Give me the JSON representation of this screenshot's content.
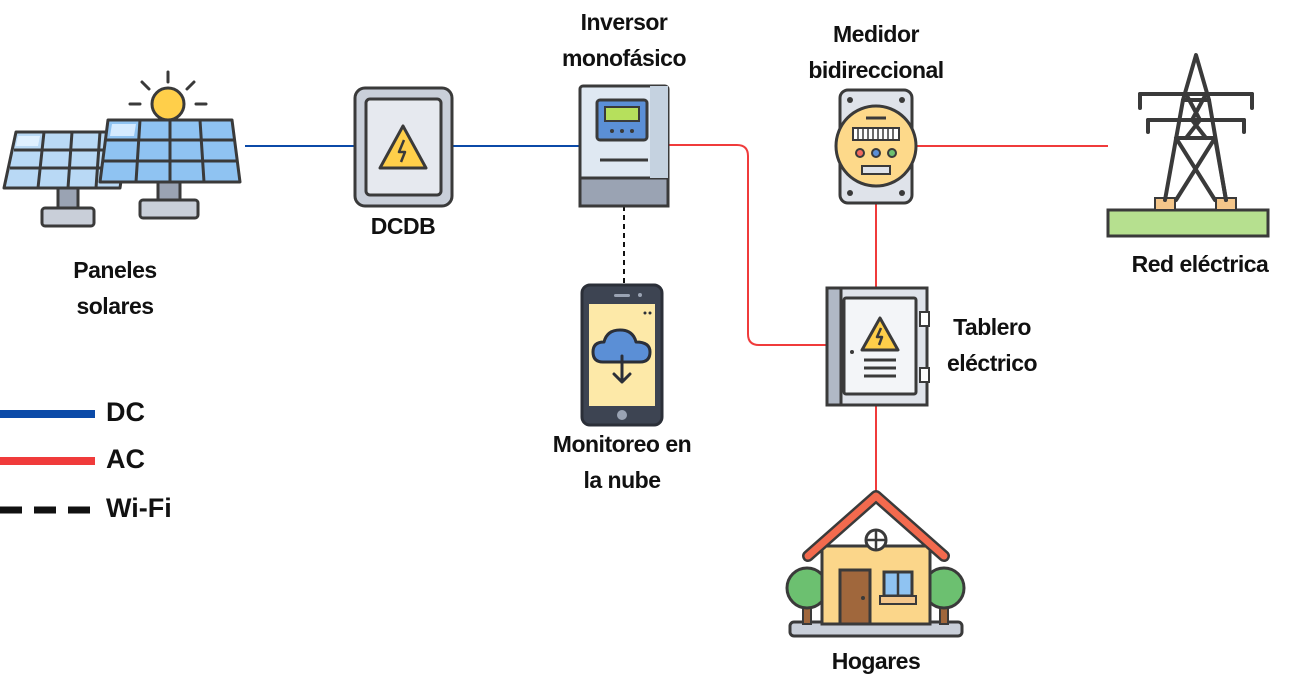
{
  "nodes": {
    "solar_panels": {
      "label_lines": [
        "Paneles",
        "solares"
      ]
    },
    "dcdb": {
      "label_lines": [
        "DCDB"
      ]
    },
    "inverter": {
      "label_lines": [
        "Inversor",
        "monofásico"
      ]
    },
    "cloud_monitoring": {
      "label_lines": [
        "Monitoreo en",
        "la nube"
      ]
    },
    "meter": {
      "label_lines": [
        "Medidor",
        "bidireccional"
      ]
    },
    "grid": {
      "label_lines": [
        "Red eléctrica"
      ]
    },
    "panel_board": {
      "label_lines": [
        "Tablero",
        "eléctrico"
      ]
    },
    "homes": {
      "label_lines": [
        "Hogares"
      ]
    }
  },
  "legend": [
    {
      "label": "DC",
      "style": "solid",
      "color": "#0b4aa8"
    },
    {
      "label": "AC",
      "style": "solid",
      "color": "#f03b3b"
    },
    {
      "label": "Wi-Fi",
      "style": "dashed",
      "color": "#111111"
    }
  ],
  "connections": [
    {
      "from": "solar_panels",
      "to": "dcdb",
      "type": "DC"
    },
    {
      "from": "dcdb",
      "to": "inverter",
      "type": "DC"
    },
    {
      "from": "inverter",
      "to": "panel_board",
      "type": "AC"
    },
    {
      "from": "inverter",
      "to": "cloud_monitoring",
      "type": "Wi-Fi"
    },
    {
      "from": "meter",
      "to": "grid",
      "type": "AC"
    },
    {
      "from": "meter",
      "to": "panel_board",
      "type": "AC"
    },
    {
      "from": "panel_board",
      "to": "homes",
      "type": "AC"
    }
  ],
  "colors": {
    "dc": "#0b4aa8",
    "ac": "#f03b3b",
    "wifi": "#111111",
    "outline": "#3a3a3a"
  }
}
